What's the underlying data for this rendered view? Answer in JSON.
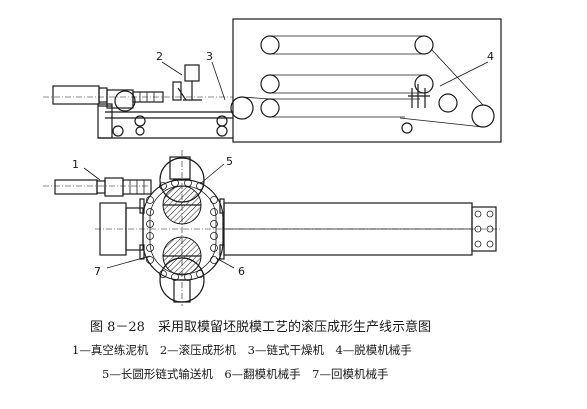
{
  "labels": {
    "l1": "1",
    "l2": "2",
    "l3": "3",
    "l4": "4",
    "l5": "5",
    "l6": "6",
    "l7": "7"
  },
  "caption": {
    "title": "图 8－28　采用取模留坯脱模工艺的滚压成形生产线示意图",
    "line1": "1—真空练泥机　2—滚压成形机　3—链式干燥机　4—脱模机械手",
    "line2": "5—长圆形链式输送机　6—翻模机械手　7—回模机械手"
  }
}
